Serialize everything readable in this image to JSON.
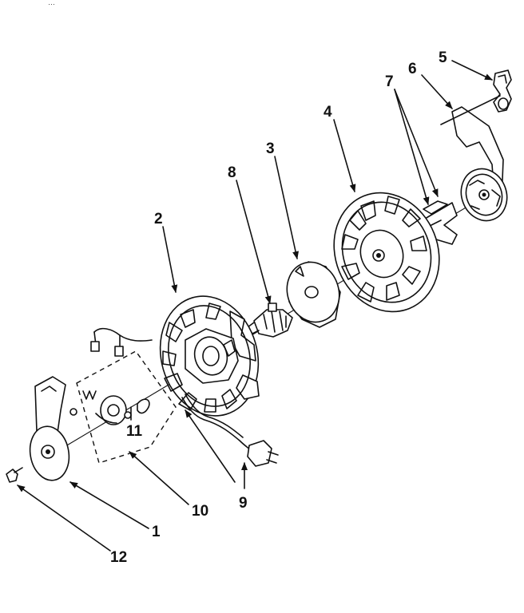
{
  "diagram": {
    "header_fragment": "…",
    "callouts": [
      "1",
      "2",
      "3",
      "4",
      "5",
      "6",
      "7",
      "8",
      "9",
      "10",
      "11",
      "12"
    ]
  }
}
